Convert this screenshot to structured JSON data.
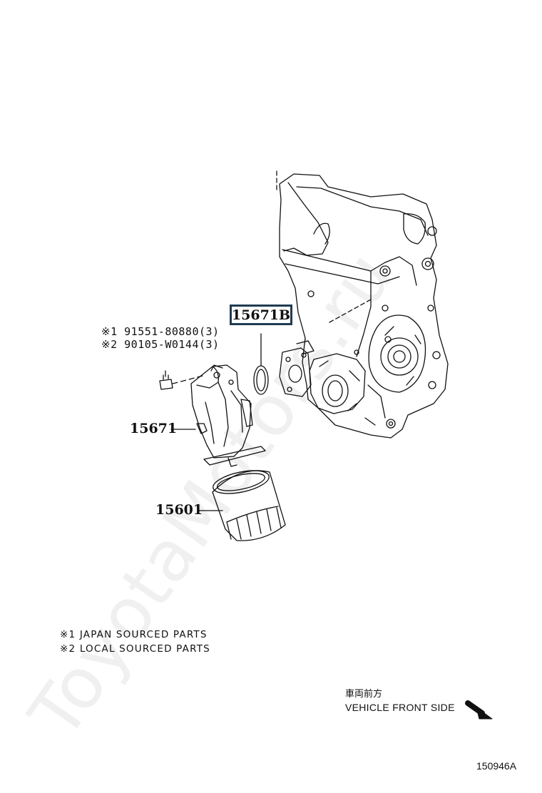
{
  "watermark": "ToyotaMotors.ru",
  "parts": {
    "highlighted": "15671B",
    "housing": "15671",
    "filter": "15601"
  },
  "bolt_refs": [
    {
      "marker": "※1",
      "number": "91551-80880(3)"
    },
    {
      "marker": "※2",
      "number": "90105-W0144(3)"
    }
  ],
  "notes": [
    {
      "marker": "※1",
      "text": "JAPAN SOURCED PARTS"
    },
    {
      "marker": "※2",
      "text": "LOCAL SOURCED PARTS"
    }
  ],
  "direction": {
    "japanese": "車両前方",
    "english": "VEHICLE FRONT SIDE"
  },
  "illustration_code": "150946A",
  "colors": {
    "highlight_border": "#1f3b52",
    "line": "#111111"
  }
}
